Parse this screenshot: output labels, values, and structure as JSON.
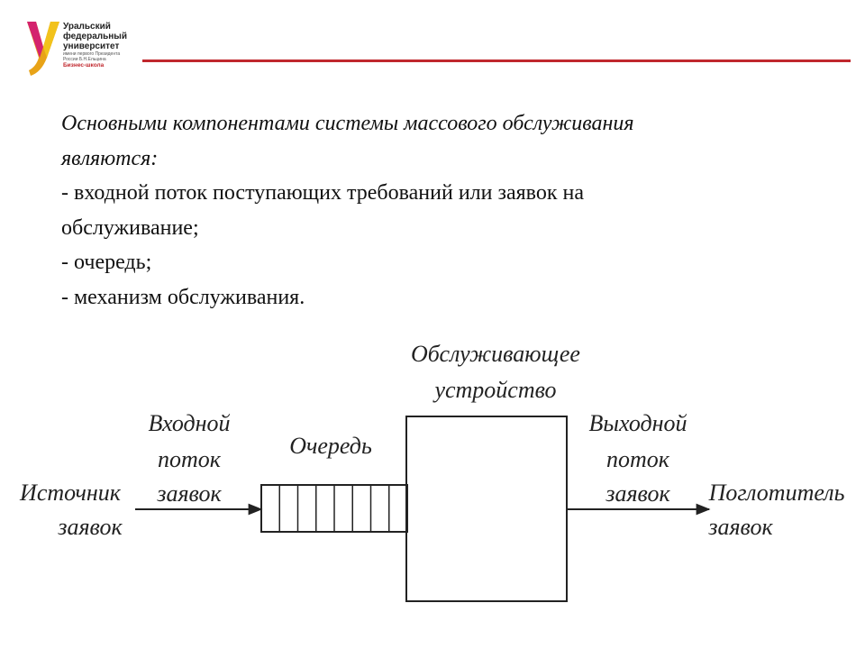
{
  "header": {
    "logo_lines": [
      "Уральский",
      "федеральный",
      "университет"
    ],
    "logo_sub_lines": [
      "имени первого Президента",
      "России Б.Н.Ельцина"
    ],
    "logo_school": "Бизнес-школа",
    "accent_color": "#c0272d",
    "logo_icon": "urfu-logo-icon"
  },
  "content": {
    "intro_lines": [
      "Основными компонентами системы массового обслуживания",
      "являются:"
    ],
    "bullet_lines": [
      "- входной поток поступающих требований или заявок на",
      "обслуживание;",
      "- очередь;",
      "- механизм обслуживания."
    ]
  },
  "diagram": {
    "source_lines": [
      "Источник",
      "заявок"
    ],
    "input_flow_lines": [
      "Входной",
      "поток",
      "заявок"
    ],
    "queue_label": "Очередь",
    "queue_cells": 8,
    "server_lines": [
      "Обслуживающее",
      "устройство"
    ],
    "output_flow_lines": [
      "Выходной",
      "поток",
      "заявок"
    ],
    "sink_lines": [
      "Поглотитель",
      "заявок"
    ]
  }
}
